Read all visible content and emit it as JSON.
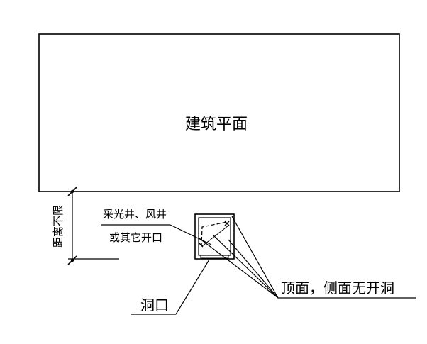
{
  "diagram": {
    "building_label": "建筑平面",
    "distance_label": "距离不限",
    "skylight_label_line1": "采光井、风井",
    "skylight_label_line2": "或其它开口",
    "opening_label": "洞口",
    "top_side_label": "顶面，侧面无开洞"
  }
}
